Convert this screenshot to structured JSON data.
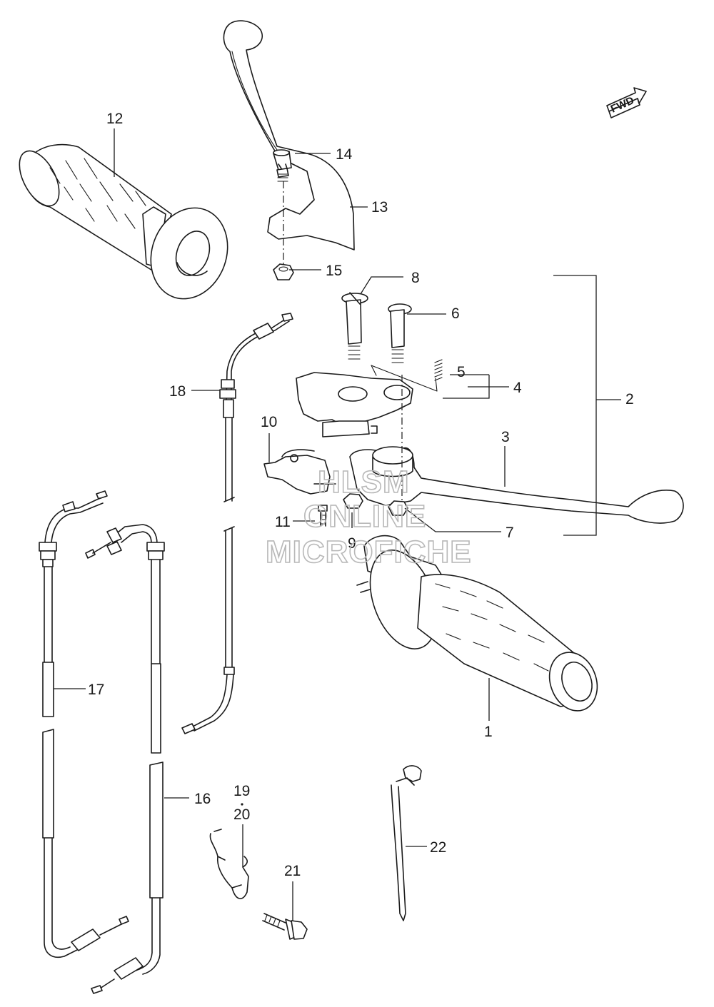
{
  "diagram": {
    "fwd_label": "FWD",
    "watermark": [
      "HLSM",
      "ONLINE",
      "MICROFICHE"
    ],
    "callouts": {
      "c1": "1",
      "c2": "2",
      "c3": "3",
      "c4": "4",
      "c5": "5",
      "c6": "6",
      "c7": "7",
      "c8": "8",
      "c9": "9",
      "c10": "10",
      "c11": "11",
      "c12": "12",
      "c13": "13",
      "c14": "14",
      "c15": "15",
      "c16": "16",
      "c17": "17",
      "c18": "18",
      "c19": "19",
      "c20": "20",
      "c21": "21",
      "c22": "22"
    },
    "colors": {
      "line": "#1a1a1a",
      "watermark": "#b8b8b8",
      "background": "#ffffff"
    }
  }
}
